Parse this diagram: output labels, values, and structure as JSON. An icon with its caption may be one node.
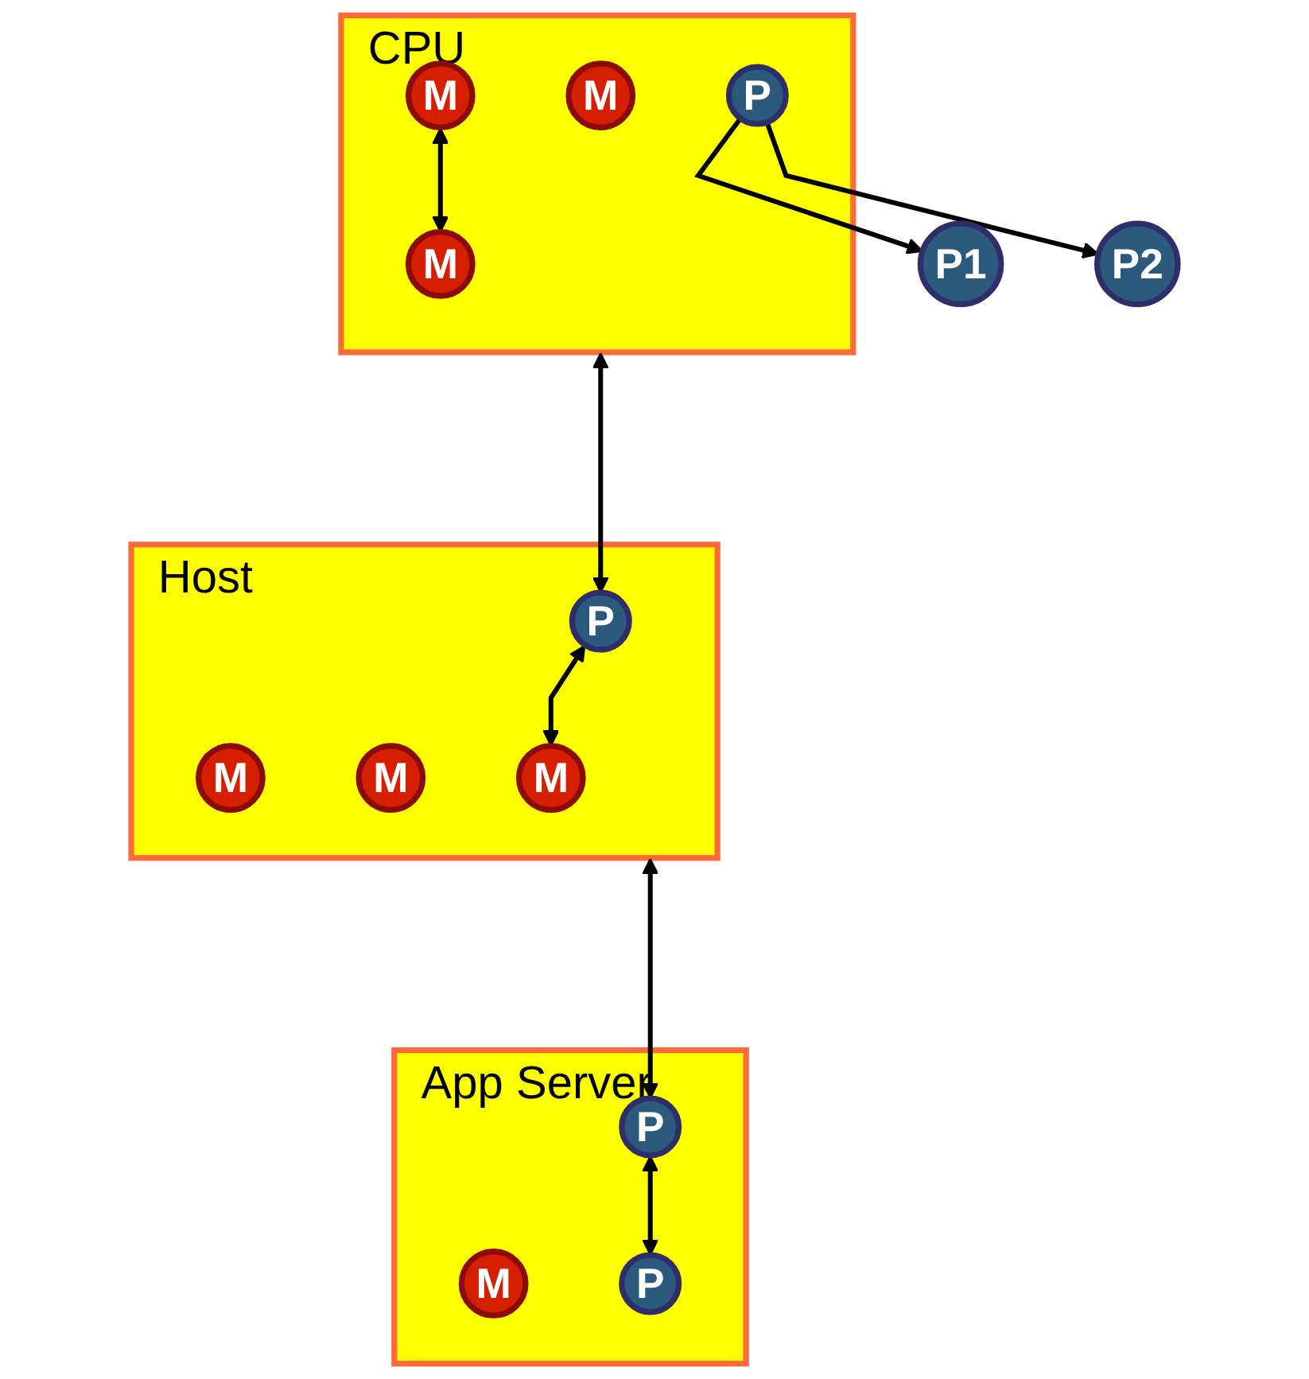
{
  "diagram": {
    "nodes": [
      {
        "text": [
          "CPU"
        ]
      },
      {
        "text": [
          "M"
        ],
        "in": 0
      },
      {
        "text": [
          "M"
        ],
        "in": 0
      },
      {
        "text": [
          "M"
        ],
        "in": 0
      },
      {
        "text": [
          "P"
        ],
        "in": 0
      },
      {
        "text": [
          "P1"
        ]
      },
      {
        "text": [
          "P2"
        ]
      },
      {
        "text": [
          "Host"
        ]
      },
      {
        "text": [
          "P"
        ],
        "in": 7
      },
      {
        "text": [
          "M"
        ],
        "in": 7
      },
      {
        "text": [
          "M"
        ],
        "in": 7
      },
      {
        "text": [
          "M"
        ],
        "in": 7
      },
      {
        "text": [
          "App Server"
        ]
      },
      {
        "text": [
          "P"
        ],
        "in": 12
      },
      {
        "text": [
          "M"
        ],
        "in": 12
      },
      {
        "text": [
          "P"
        ],
        "in": 12
      }
    ],
    "edges": [
      {
        "from": 2,
        "to": 3,
        "arrow": "both"
      },
      {
        "from": 4,
        "to": 5,
        "arrow": "to"
      },
      {
        "from": 4,
        "to": 6,
        "arrow": "to"
      },
      {
        "from": 0,
        "to": 8,
        "arrow": "both"
      },
      {
        "from": 8,
        "to": 11,
        "arrow": "both"
      },
      {
        "from": 7,
        "to": 13,
        "arrow": "both"
      },
      {
        "from": 13,
        "to": 15,
        "arrow": "both"
      }
    ]
  }
}
